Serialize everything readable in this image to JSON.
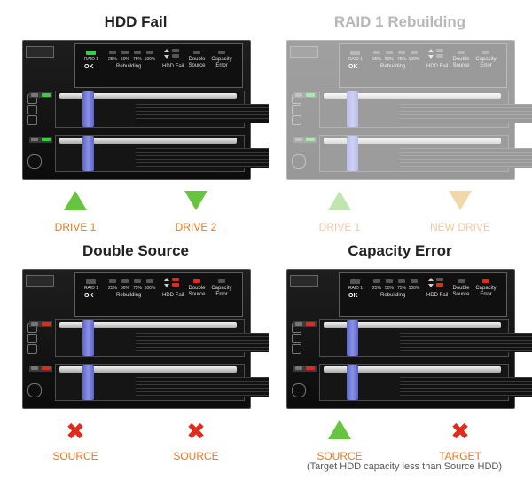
{
  "panels": [
    {
      "id": "hdd-fail",
      "title": "HDD Fail",
      "faded": false,
      "leds": {
        "ok": "#34d13e",
        "hdd_fail_top": "#555555",
        "hdd_fail_bottom": "#555555",
        "double_source": "#555555",
        "capacity_error": "#555555"
      },
      "bay_leds": [
        "#34d13e",
        "#34d13e"
      ],
      "indicators": [
        {
          "label": "DRIVE 1",
          "shape": "up",
          "color": "#66c43f"
        },
        {
          "label": "DRIVE 2",
          "shape": "down",
          "color": "#66c43f"
        }
      ]
    },
    {
      "id": "raid-rebuilding",
      "title": "RAID 1 Rebuilding",
      "faded": true,
      "leds": {
        "ok": "#555555",
        "hdd_fail_top": "#555555",
        "hdd_fail_bottom": "#555555",
        "double_source": "#555555",
        "capacity_error": "#555555"
      },
      "bay_leds": [
        "#34d13e",
        "#34d13e"
      ],
      "indicators": [
        {
          "label": "DRIVE 1",
          "shape": "up",
          "color": "#66c43f"
        },
        {
          "label": "NEW DRIVE",
          "shape": "down",
          "color": "#e0a434"
        }
      ]
    },
    {
      "id": "double-source",
      "title": "Double Source",
      "faded": false,
      "leds": {
        "ok": "#555555",
        "hdd_fail_top": "#e02b1d",
        "hdd_fail_bottom": "#e02b1d",
        "double_source": "#e02b1d",
        "capacity_error": "#555555"
      },
      "bay_leds": [
        "#e02b1d",
        "#e02b1d"
      ],
      "indicators": [
        {
          "label": "SOURCE",
          "shape": "x",
          "color": "#e02b1d"
        },
        {
          "label": "SOURCE",
          "shape": "x",
          "color": "#e02b1d"
        }
      ]
    },
    {
      "id": "capacity-error",
      "title": "Capacity Error",
      "faded": false,
      "leds": {
        "ok": "#555555",
        "hdd_fail_top": "#555555",
        "hdd_fail_bottom": "#e02b1d",
        "double_source": "#555555",
        "capacity_error": "#e02b1d"
      },
      "bay_leds": [
        "#e02b1d",
        "#e02b1d"
      ],
      "indicators": [
        {
          "label": "SOURCE",
          "shape": "up",
          "color": "#66c43f"
        },
        {
          "label": "TARGET",
          "shape": "x",
          "color": "#e02b1d"
        }
      ]
    }
  ],
  "device_labels": {
    "raid1": "RAID 1",
    "ok": "OK",
    "pct_25": "25%",
    "pct_50": "50%",
    "pct_75": "75%",
    "pct_100": "100%",
    "rebuilding": "Rebuilding",
    "hdd_fail": "HDD Fail",
    "double": "Double",
    "source": "Source",
    "capacity": "Capacity",
    "error": "Error"
  },
  "note": "(Target HDD capacity less than Source HDD)"
}
